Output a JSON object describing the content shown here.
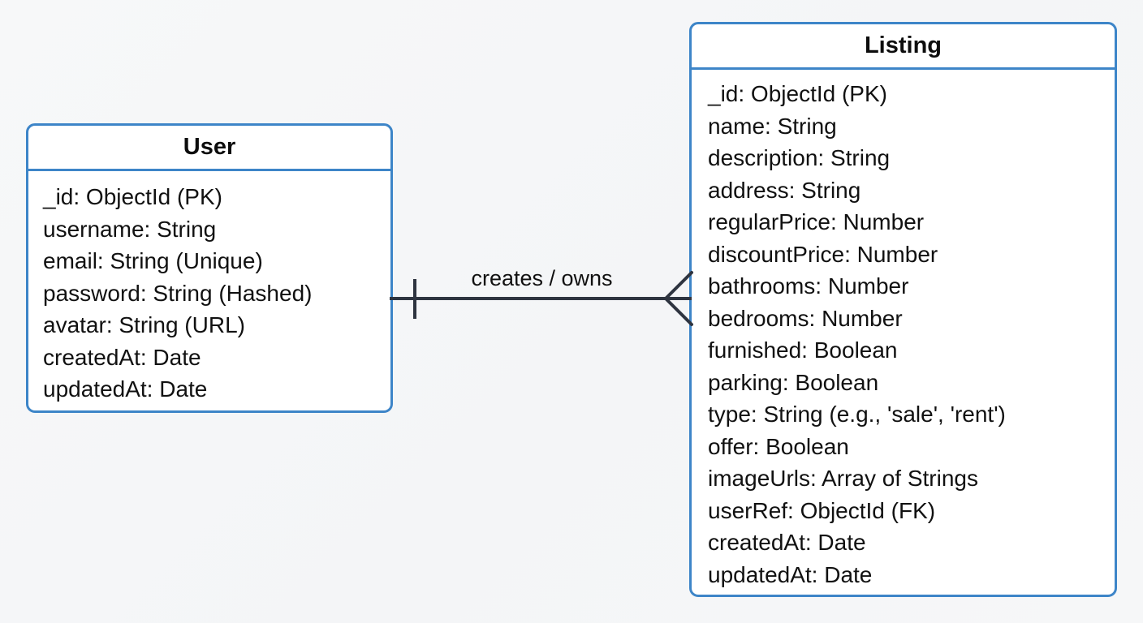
{
  "diagram": {
    "type": "entity-relationship-diagram",
    "notation": "crows-foot",
    "background_color": "#f6f7f8",
    "entity_border_color": "#3d85c8",
    "entity_fill_color": "#ffffff",
    "connector_color": "#2e3440",
    "text_color": "#111111"
  },
  "entities": [
    {
      "name": "User",
      "title": "User",
      "fields": [
        "_id: ObjectId (PK)",
        "username: String",
        "email: String (Unique)",
        "password: String (Hashed)",
        "avatar: String (URL)",
        "createdAt: Date",
        "updatedAt: Date"
      ]
    },
    {
      "name": "Listing",
      "title": "Listing",
      "fields": [
        "_id: ObjectId (PK)",
        "name: String",
        "description: String",
        "address: String",
        "regularPrice: Number",
        "discountPrice: Number",
        "bathrooms: Number",
        "bedrooms: Number",
        "furnished: Boolean",
        "parking: Boolean",
        "type: String (e.g., 'sale', 'rent')",
        "offer: Boolean",
        "imageUrls: Array of Strings",
        "userRef: ObjectId (FK)",
        "createdAt: Date",
        "updatedAt: Date"
      ]
    }
  ],
  "relationships": [
    {
      "label": "creates / owns",
      "from": "User",
      "to": "Listing",
      "from_cardinality": "one",
      "to_cardinality": "many"
    }
  ]
}
